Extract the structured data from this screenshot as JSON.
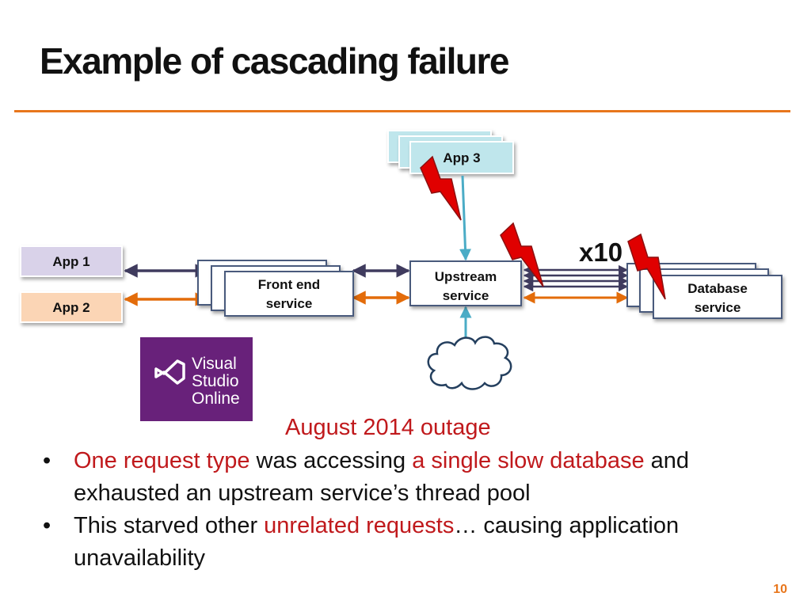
{
  "slide": {
    "title": "Example of cascading failure",
    "page_number": "10"
  },
  "diagram": {
    "app1_label": "App 1",
    "app2_label": "App 2",
    "app3_label": "App 3",
    "front_end_line1": "Front end",
    "front_end_line2": "service",
    "upstream_line1": "Upstream",
    "upstream_line2": "service",
    "database_line1": "Database",
    "database_line2": "service",
    "multiplier": "x10",
    "logo_line1": "Visual",
    "logo_line2": "Studio",
    "logo_line3": "Online"
  },
  "colors": {
    "accent": "#e8761c",
    "highlight_red": "#c0191c",
    "app1_box": "#d9d2e9",
    "app2_box": "#fbd5b5",
    "app3_box": "#bfe6ec",
    "service_border": "#4a5a7c",
    "app1_arrow": "#3f3b5e",
    "app2_arrow": "#e36c0a",
    "app3_arrow": "#4bacc6",
    "lightning": "#e00000",
    "logo_background": "#68217a"
  },
  "content": {
    "outage_heading": "August 2014 outage",
    "bullets": [
      {
        "bullet": "•",
        "seg1_red": "One request type",
        "seg2": " was accessing ",
        "seg3_red": "a single slow database",
        "seg4": " and exhausted an upstream service’s thread pool"
      },
      {
        "bullet": "•",
        "seg1": "This starved other ",
        "seg2_red": "unrelated requests",
        "seg3": "… causing application unavailability"
      }
    ]
  }
}
